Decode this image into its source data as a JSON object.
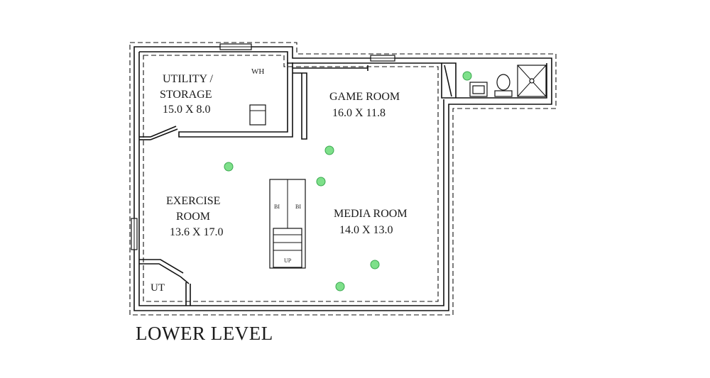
{
  "plan_title": "LOWER LEVEL",
  "rooms": {
    "utility": {
      "name_line1": "UTILITY /",
      "name_line2": "STORAGE",
      "dims": "15.0 X 8.0"
    },
    "game": {
      "name": "GAME ROOM",
      "dims": "16.0 X 11.8"
    },
    "exercise": {
      "name_line1": "EXERCISE",
      "name_line2": "ROOM",
      "dims": "13.6 X 17.0"
    },
    "media": {
      "name": "MEDIA ROOM",
      "dims": "14.0 X 13.0"
    },
    "ut": {
      "name": "UT"
    }
  },
  "fixtures": {
    "water_heater": "WH",
    "built_in_left": "BI",
    "built_in_right": "BI",
    "stair_direction": "UP"
  },
  "marker_color": "#7ee08a",
  "marker_stroke": "#3aa84f"
}
